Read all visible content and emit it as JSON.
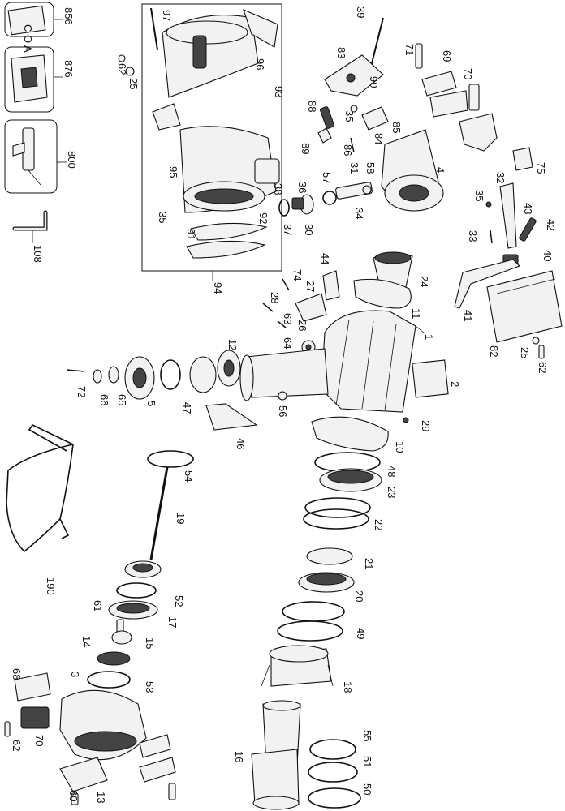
{
  "labels": {
    "l856": "856",
    "l876": "876",
    "l800": "800",
    "l108": "108",
    "l97": "97",
    "l62a": "62",
    "l25a": "25",
    "l96": "96",
    "l93": "93",
    "l95": "95",
    "l92": "92",
    "l91": "91",
    "l35a": "35",
    "l94": "94",
    "l39": "39",
    "l83": "83",
    "l90": "90",
    "l88": "88",
    "l35b": "35",
    "l85": "85",
    "l84": "84",
    "l86": "86",
    "l89": "89",
    "l71": "71",
    "l69": "69",
    "l70a": "70",
    "l75": "75",
    "l4": "4",
    "l31": "31",
    "l58": "58",
    "l57": "57",
    "l38": "38",
    "l36": "36",
    "l37": "37",
    "l30": "30",
    "l34": "34",
    "l32": "32",
    "l35c": "35",
    "l43": "43",
    "l33": "33",
    "l42": "42",
    "l40": "40",
    "l41": "41",
    "l82": "82",
    "l25b": "25",
    "l62b": "62",
    "l24": "24",
    "l44": "44",
    "l27": "27",
    "l74": "74",
    "l28": "28",
    "l63": "63",
    "l64": "64",
    "l26": "26",
    "l11": "11",
    "l1": "1",
    "l2": "2",
    "l12": "12",
    "l72": "72",
    "l66": "66",
    "l65": "65",
    "l5": "5",
    "l47": "47",
    "l46": "46",
    "l56": "56",
    "l29": "29",
    "l10": "10",
    "l48": "48",
    "l23": "23",
    "l22": "22",
    "l21": "21",
    "l20": "20",
    "l49": "49",
    "l18": "18",
    "l54": "54",
    "l19": "19",
    "l190": "190",
    "l52": "52",
    "l17": "17",
    "l61": "61",
    "l15": "15",
    "l14": "14",
    "l53": "53",
    "l3": "3",
    "l68": "68",
    "l62c": "62",
    "l70b": "70",
    "l60": "60",
    "l13": "13",
    "l16": "16",
    "l55": "55",
    "l51": "51",
    "l50": "50"
  },
  "insets": {
    "i856_text": "C O A"
  }
}
